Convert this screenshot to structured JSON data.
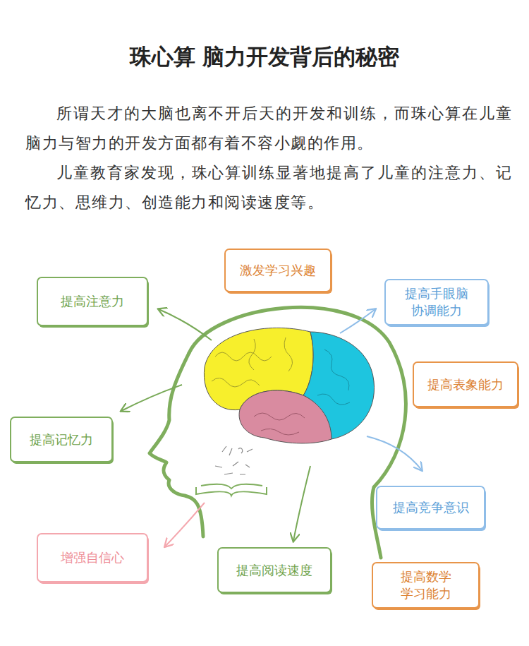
{
  "diagram": {
    "title": "珠心算 脑力开发背后的秘密",
    "nodes": [
      {
        "text": [
          "激发学习兴趣"
        ]
      },
      {
        "text": [
          "提高注意力"
        ]
      },
      {
        "text": [
          "提高手眼脑 协调能力"
        ]
      },
      {
        "text": [
          "提高表象能力"
        ]
      },
      {
        "text": [
          "提高记忆力"
        ]
      },
      {
        "text": [
          "提高竞争意识"
        ]
      },
      {
        "text": [
          "增强自信心"
        ]
      },
      {
        "text": [
          "提高阅读速度"
        ]
      },
      {
        "text": [
          "提高数学 学习能力"
        ]
      }
    ],
    "labels": [
      "所谓天才的大脑也离不开后天的开发和训练，而珠心算在儿童脑力与智力的开发方面都有着不容小觑的作用。",
      "儿童教育家发现，珠心算训练显著地提高了儿童的注意力、记忆力、思维力、创造能力和阅读速度等。"
    ]
  }
}
